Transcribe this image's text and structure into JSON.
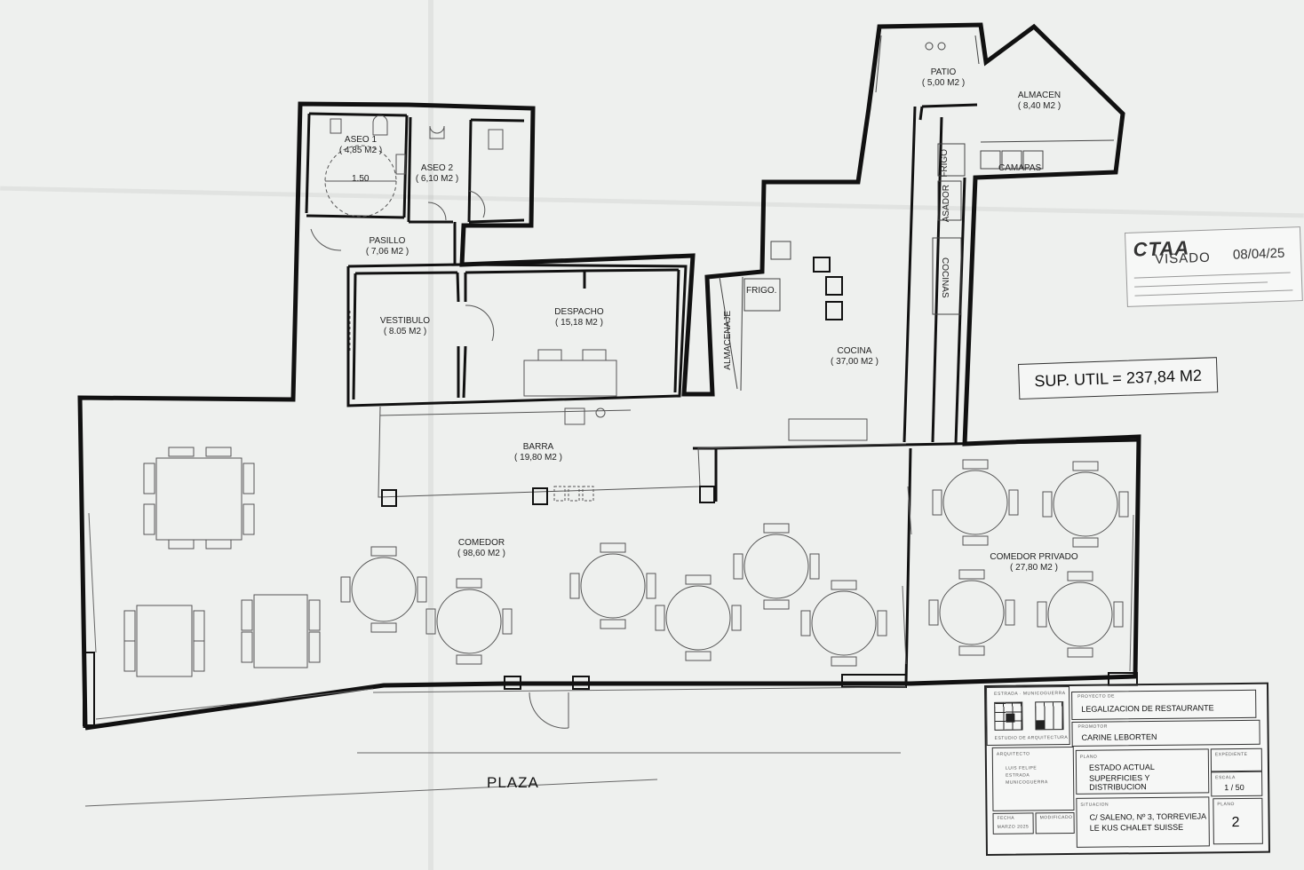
{
  "rooms": {
    "aseo1": {
      "name": "ASEO 1",
      "area": "( 4,85 M2 )"
    },
    "aseo2": {
      "name": "ASEO 2",
      "area": "( 6,10 M2 )"
    },
    "pasillo": {
      "name": "PASILLO",
      "area": "( 7,06 M2 )"
    },
    "vestibulo": {
      "name": "VESTIBULO",
      "area": "( 8.05 M2 )"
    },
    "despacho": {
      "name": "DESPACHO",
      "area": "( 15,18 M2 )"
    },
    "patio": {
      "name": "PATIO",
      "area": "( 5,00 M2 )"
    },
    "almacen": {
      "name": "ALMACEN",
      "area": "( 8,40 M2 )"
    },
    "cocina": {
      "name": "COCINA",
      "area": "( 37,00 M2 )"
    },
    "barra": {
      "name": "BARRA",
      "area": "( 19,80 M2 )"
    },
    "comedor": {
      "name": "COMEDOR",
      "area": "( 98,60 M2 )"
    },
    "comedor_privado": {
      "name": "COMEDOR PRIVADO",
      "area": "( 27,80 M2 )"
    }
  },
  "fixtures": {
    "dimension": "1.50",
    "frigo_vertical": "FRIGO",
    "asador": "ASADOR",
    "cocinas": "COCINAS",
    "camapas": "CAMAPAS",
    "frigo": "FRIGO.",
    "almacenaje": "ALMACENAJE"
  },
  "stamp": {
    "org": "CTAA",
    "status": "VISADO",
    "date": "08/04/25"
  },
  "summary": "SUP. UTIL = 237,84 M2",
  "plaza": "PLAZA",
  "title_block": {
    "studio_top": "ESTRADA · MUNICOGUERRA",
    "studio_bottom": "ESTUDIO DE ARQUITECTURA",
    "proyecto_label": "PROYECTO DE",
    "proyecto": "LEGALIZACION DE RESTAURANTE",
    "promotor_label": "PROMOTOR",
    "promotor": "CARINE LEBORTEN",
    "arquitecto_label": "ARQUITECTO",
    "arquitecto_lines": [
      "LUIS FELIPE",
      "ESTRADA",
      "MUNICOGUERRA"
    ],
    "plano_label": "PLANO",
    "plano_line1": "ESTADO ACTUAL",
    "plano_line2": "SUPERFICIES Y DISTRIBUCION",
    "expediente_label": "EXPEDIENTE",
    "escala_label": "ESCALA",
    "escala": "1 / 50",
    "situacion_label": "SITUACION",
    "situacion_line1": "C/ SALENO, Nº 3, TORREVIEJA",
    "situacion_line2": "LE KUS CHALET SUISSE",
    "plano_num_label": "PLANO",
    "plano_num": "2",
    "fecha_label": "FECHA",
    "fecha": "MARZO 2025",
    "modificado_label": "MODIFICADO"
  }
}
